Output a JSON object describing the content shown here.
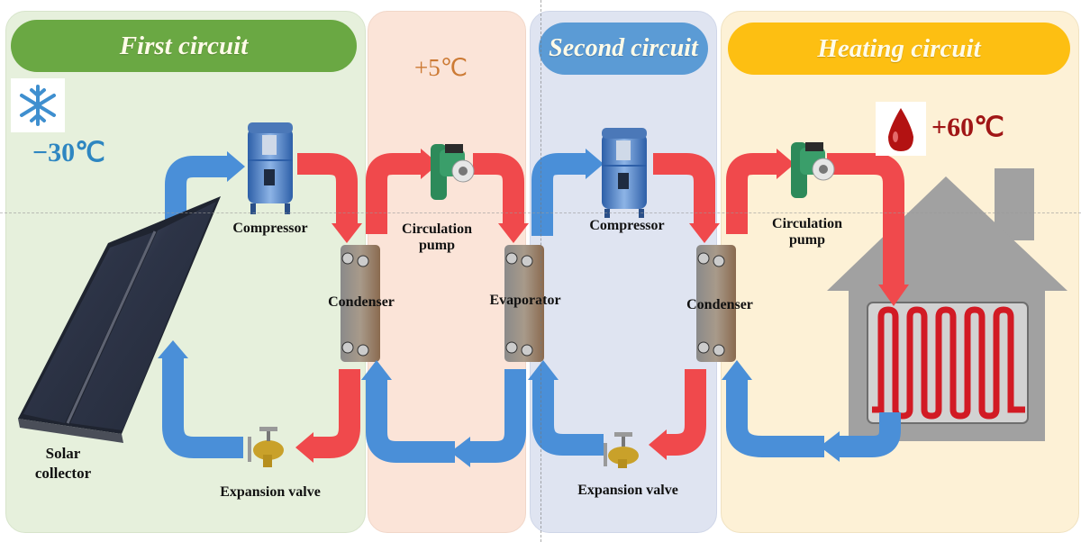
{
  "diagram": {
    "title": "Solar-assisted cascade heat pump system",
    "circuits": [
      {
        "id": "first",
        "label": "First circuit",
        "color": "#6aa843",
        "panel_color": "#e6f0dc"
      },
      {
        "id": "intermediate",
        "label": "",
        "color": "",
        "panel_color": "#fbe4d8"
      },
      {
        "id": "second",
        "label": "Second circuit",
        "color": "#5b9bd5",
        "panel_color": "#dfe4f1"
      },
      {
        "id": "heating",
        "label": "Heating circuit",
        "color": "#fdbf12",
        "panel_color": "#fdf1d6"
      }
    ],
    "temperatures": {
      "cold": {
        "value": "−30℃",
        "icon": "snowflake-icon",
        "color": "#2e86c1"
      },
      "intermediate": {
        "value": "+5℃",
        "color": "#cc7a34"
      },
      "hot": {
        "value": "+60℃",
        "icon": "drop-icon",
        "color": "#a01616"
      }
    },
    "components": {
      "solar_collector": "Solar\ncollector",
      "compressor_1": "Compressor",
      "condenser_1": "Condenser",
      "expansion_valve_1": "Expansion valve",
      "circulation_pump_1": "Circulation\npump",
      "evaporator": "Evaporator",
      "compressor_2": "Compressor",
      "condenser_2": "Condenser",
      "expansion_valve_2": "Expansion valve",
      "circulation_pump_2": "Circulation\npump",
      "house": "house-with-floor-heating"
    },
    "flow_colors": {
      "hot": "#f0494c",
      "cold": "#4a8fd8"
    }
  }
}
